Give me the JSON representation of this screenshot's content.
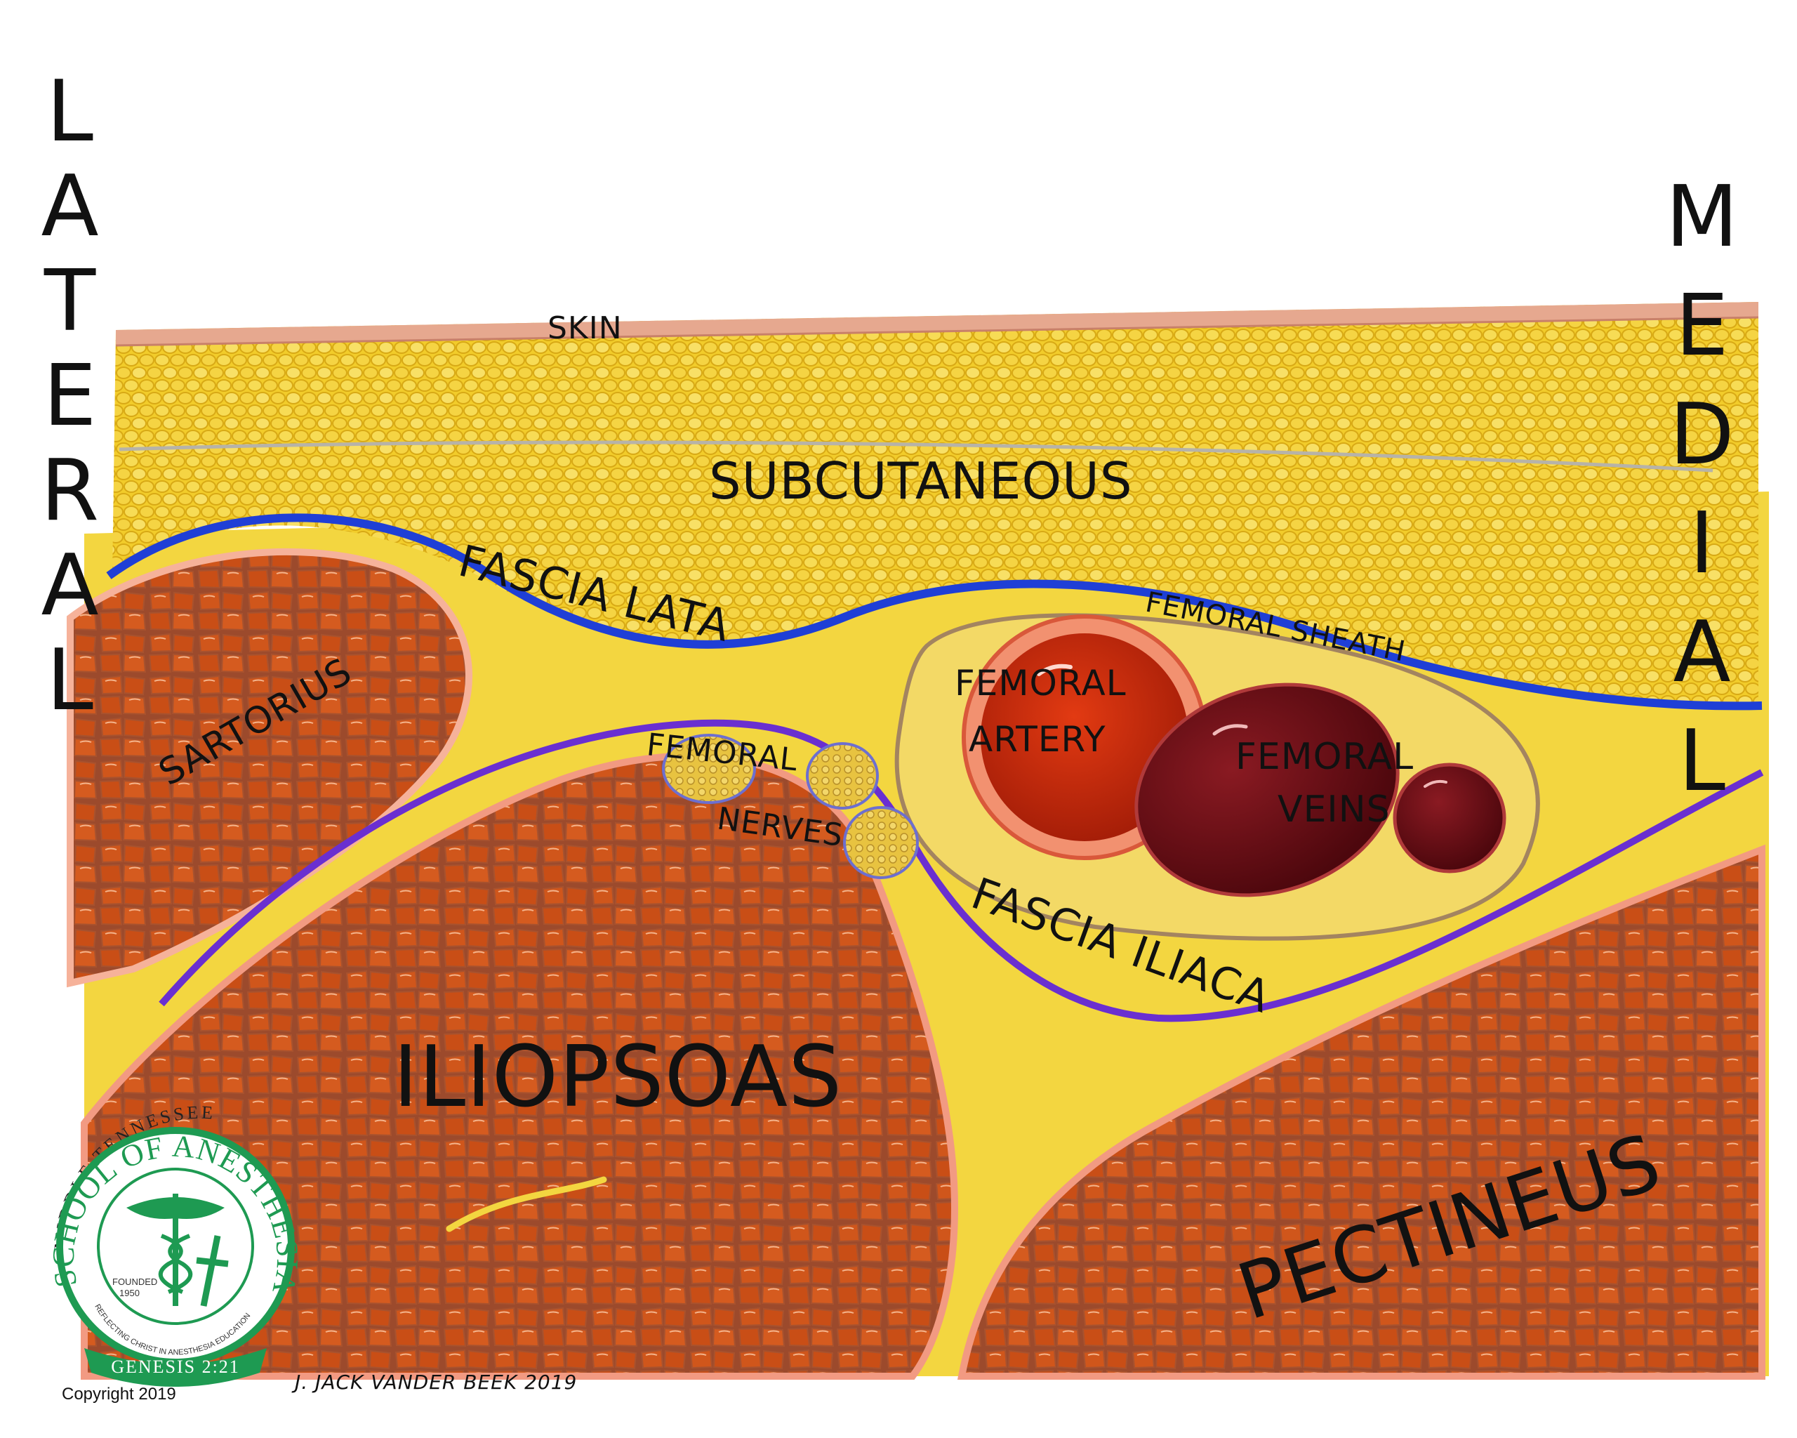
{
  "labels": {
    "lateral": "LATERAL",
    "medial": "MEDIAL",
    "skin": "SKIN",
    "subcutaneous": "SUBCUTANEOUS",
    "fascia_lata": "FASCIA LATA",
    "femoral_sheath": "FEMORAL SHEATH",
    "sartorius": "SARTORIUS",
    "femoral_nerves_1": "FEMORAL",
    "femoral_nerves_2": "NERVES",
    "femoral_artery_1": "FEMORAL",
    "femoral_artery_2": "ARTERY",
    "femoral_veins_1": "FEMORAL",
    "femoral_veins_2": "VEINS",
    "fascia_iliaca": "FASCIA ILIACA",
    "iliopsoas": "ILIOPSOAS",
    "pectineus": "PECTINEUS",
    "signature": "J. JACK VANDER BEEK 2019"
  },
  "logo": {
    "top_text": "MIDDLE TENNESSEE",
    "main_text": "SCHOOL OF ANESTHESIA",
    "founded_1": "FOUNDED",
    "founded_2": "1950",
    "motto": "REFLECTING CHRIST IN ANESTHESIA EDUCATION",
    "banner": "GENESIS 2:21"
  },
  "copyright": "Copyright 2019",
  "colors": {
    "fat": "#f2cc2a",
    "muscle": "#d0561b",
    "fascia_lata": "#1f3fd6",
    "fascia_iliaca": "#6a2fd0",
    "artery": "#c92c10",
    "vein": "#6e0d14",
    "logo_green": "#1e9a52"
  }
}
